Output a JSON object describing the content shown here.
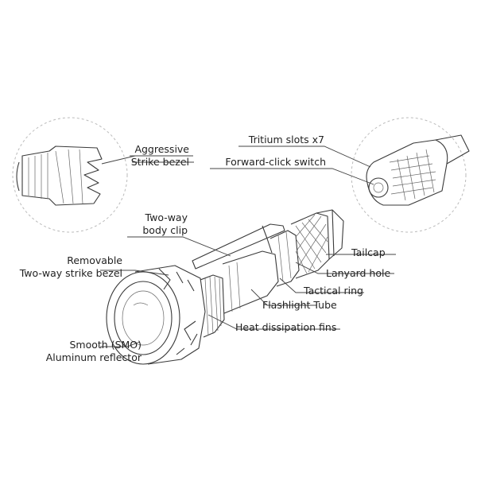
{
  "labels": {
    "aggressive_bezel": [
      "Aggressive",
      "Strike bezel"
    ],
    "tritium_slots": "Tritium slots x7",
    "forward_click": "Forward-click switch",
    "body_clip": [
      "Two-way",
      "body clip"
    ],
    "removable_bezel": [
      "Removable",
      "Two-way strike bezel"
    ],
    "tailcap": "Tailcap",
    "lanyard_hole": "Lanyard hole",
    "tactical_ring": "Tactical ring",
    "flashlight_tube": "Flashlight Tube",
    "heat_fins": "Heat dissipation fins",
    "reflector": [
      "Smooth (SMO)",
      "Aluminum reflector"
    ]
  }
}
